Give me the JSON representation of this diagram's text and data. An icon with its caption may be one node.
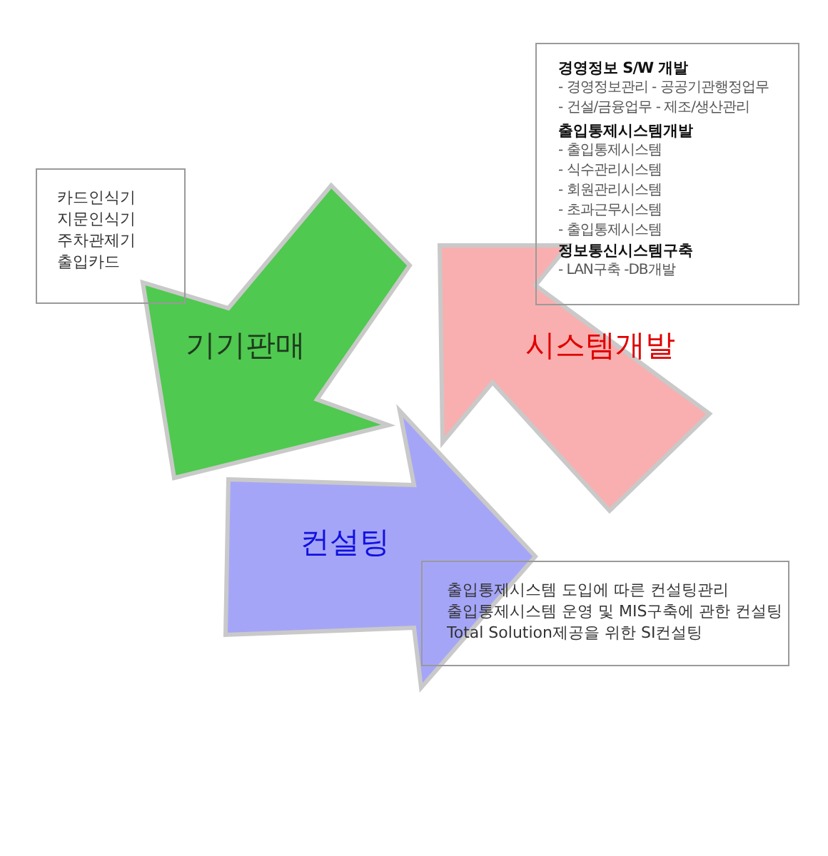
{
  "diagram": {
    "nodes": [
      {
        "text": [],
        "shape": "box"
      },
      {
        "text": [
          "경영정보 S/W 개발",
          "- 경영정보관리 - 공공기관행정업무",
          "- 건설/금융업무 - 제조/생산관리"
        ],
        "in": 0
      },
      {
        "text": [
          "출입통제시스템개발",
          "- 출입통제시스템",
          "- 식수관리시스템",
          "- 회원관리시스템",
          "- 초과근무시스템",
          "- 출입통제시스템"
        ],
        "in": 0
      },
      {
        "text": [
          "정보통신시스템구축",
          "- LAN구축 -DB개발"
        ],
        "in": 0
      },
      {
        "text": [
          "카드인식기",
          "지문인식기",
          "주차관제기",
          "출입카드"
        ]
      },
      {
        "text": [
          "기기판매"
        ]
      },
      {
        "text": [
          "시스템개발"
        ]
      },
      {
        "text": [
          "컨설팅"
        ]
      },
      {
        "text": [
          "출입통제시스템 도입에 따른 컨설팅관리",
          "출입통제시스템 운영 및 MIS구축에 관한 컨설팅",
          "Total Solution제공을 위한 SI컨설팅"
        ]
      }
    ]
  }
}
